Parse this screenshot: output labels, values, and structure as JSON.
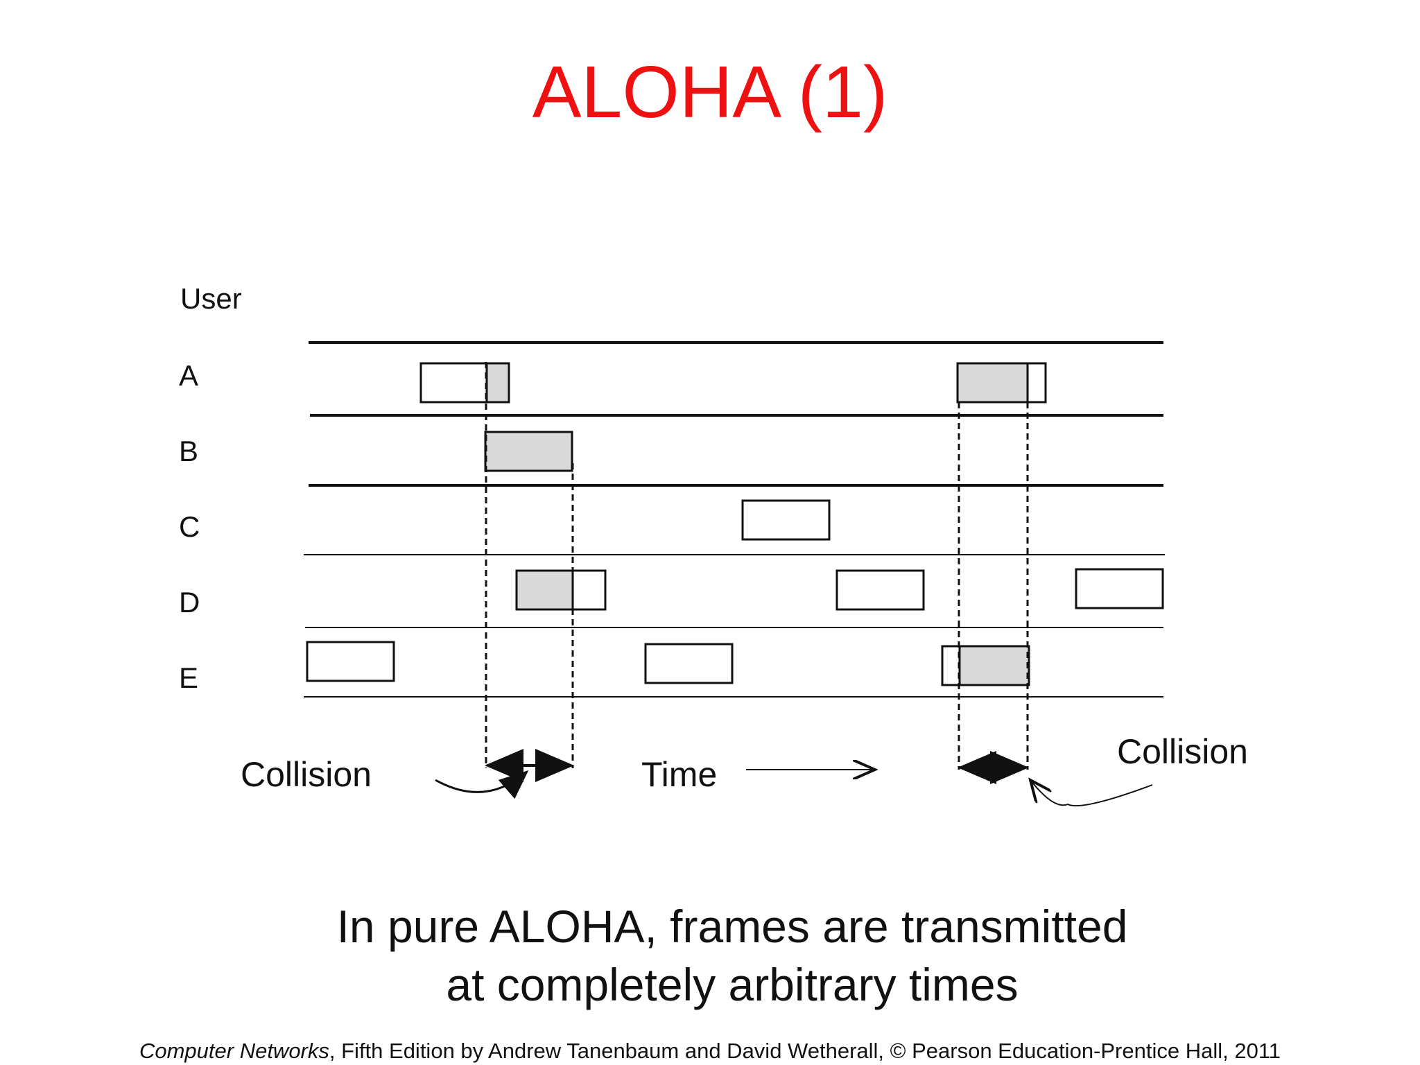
{
  "title": "ALOHA (1)",
  "diagram": {
    "user_header": "User",
    "users": [
      "A",
      "B",
      "C",
      "D",
      "E"
    ],
    "collision_label_left": "Collision",
    "collision_label_right": "Collision",
    "time_label": "Time"
  },
  "caption": {
    "line1": "In pure ALOHA, frames are transmitted",
    "line2": "at completely arbitrary times"
  },
  "footer": {
    "book_title": "Computer Networks",
    "rest": ", Fifth Edition by Andrew Tanenbaum and David Wetherall, © Pearson Education-Prentice Hall, 2011"
  },
  "colors": {
    "title": "#ee1111",
    "collided_frame_fill": "#d9d9d9",
    "frame_fill": "#ffffff",
    "line": "#111111"
  }
}
